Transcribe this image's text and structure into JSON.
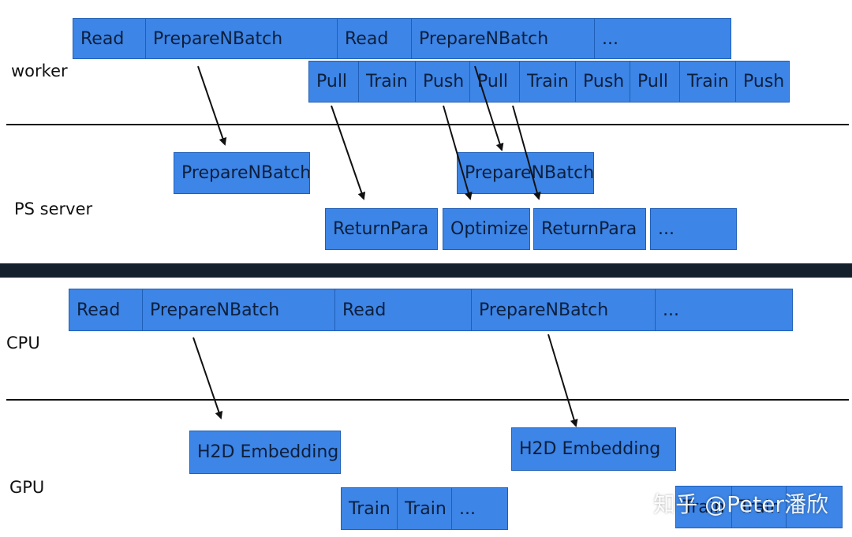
{
  "lanes": {
    "worker": "worker",
    "ps_server": "PS server",
    "cpu": "CPU",
    "gpu": "GPU"
  },
  "worker_top_row": [
    "Read",
    "PrepareNBatch",
    "Read",
    "PrepareNBatch",
    "..."
  ],
  "worker_bottom_row": [
    "Pull",
    "Train",
    "Push",
    "Pull",
    "Train",
    "Push",
    "Pull",
    "Train",
    "Push"
  ],
  "ps_top_row": [
    "PrepareNBatch",
    "PrepareNBatch"
  ],
  "ps_bottom_row": [
    "ReturnPara",
    "Optimize",
    "ReturnPara",
    "..."
  ],
  "cpu_row": [
    "Read",
    "PrepareNBatch",
    "Read",
    "PrepareNBatch",
    "..."
  ],
  "gpu_top_row": [
    "H2D Embedding",
    "H2D Embedding"
  ],
  "gpu_bottom_row_left": [
    "Train",
    "Train",
    "..."
  ],
  "gpu_bottom_row_right": [
    "Train",
    "Train",
    ""
  ],
  "watermark": "知乎 @Peter潘欣",
  "colors": {
    "box_fill": "#3d85e6",
    "box_border": "#1f5fb8",
    "divider": "#14202c"
  }
}
